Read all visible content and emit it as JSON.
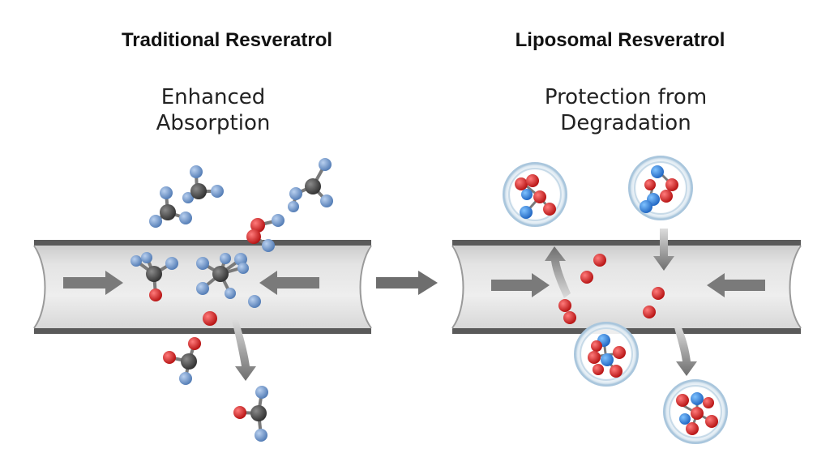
{
  "left_panel": {
    "title": "Traditional Resveratrol",
    "subtitle_line1": "Enhanced",
    "subtitle_line2": "Absorption"
  },
  "right_panel": {
    "title": "Liposomal Resveratrol",
    "subtitle_line1": "Protection from",
    "subtitle_line2": "Degradation"
  },
  "colors": {
    "blue_atom": "#6f95c8",
    "dark_atom": "#4a4a4a",
    "red_atom": "#d01f1f",
    "liposome_shell": "#a9c6dd",
    "tube": "#dcdcdc",
    "tube_edge": "#5a5a5a",
    "arrow": "#6e6e6e"
  }
}
